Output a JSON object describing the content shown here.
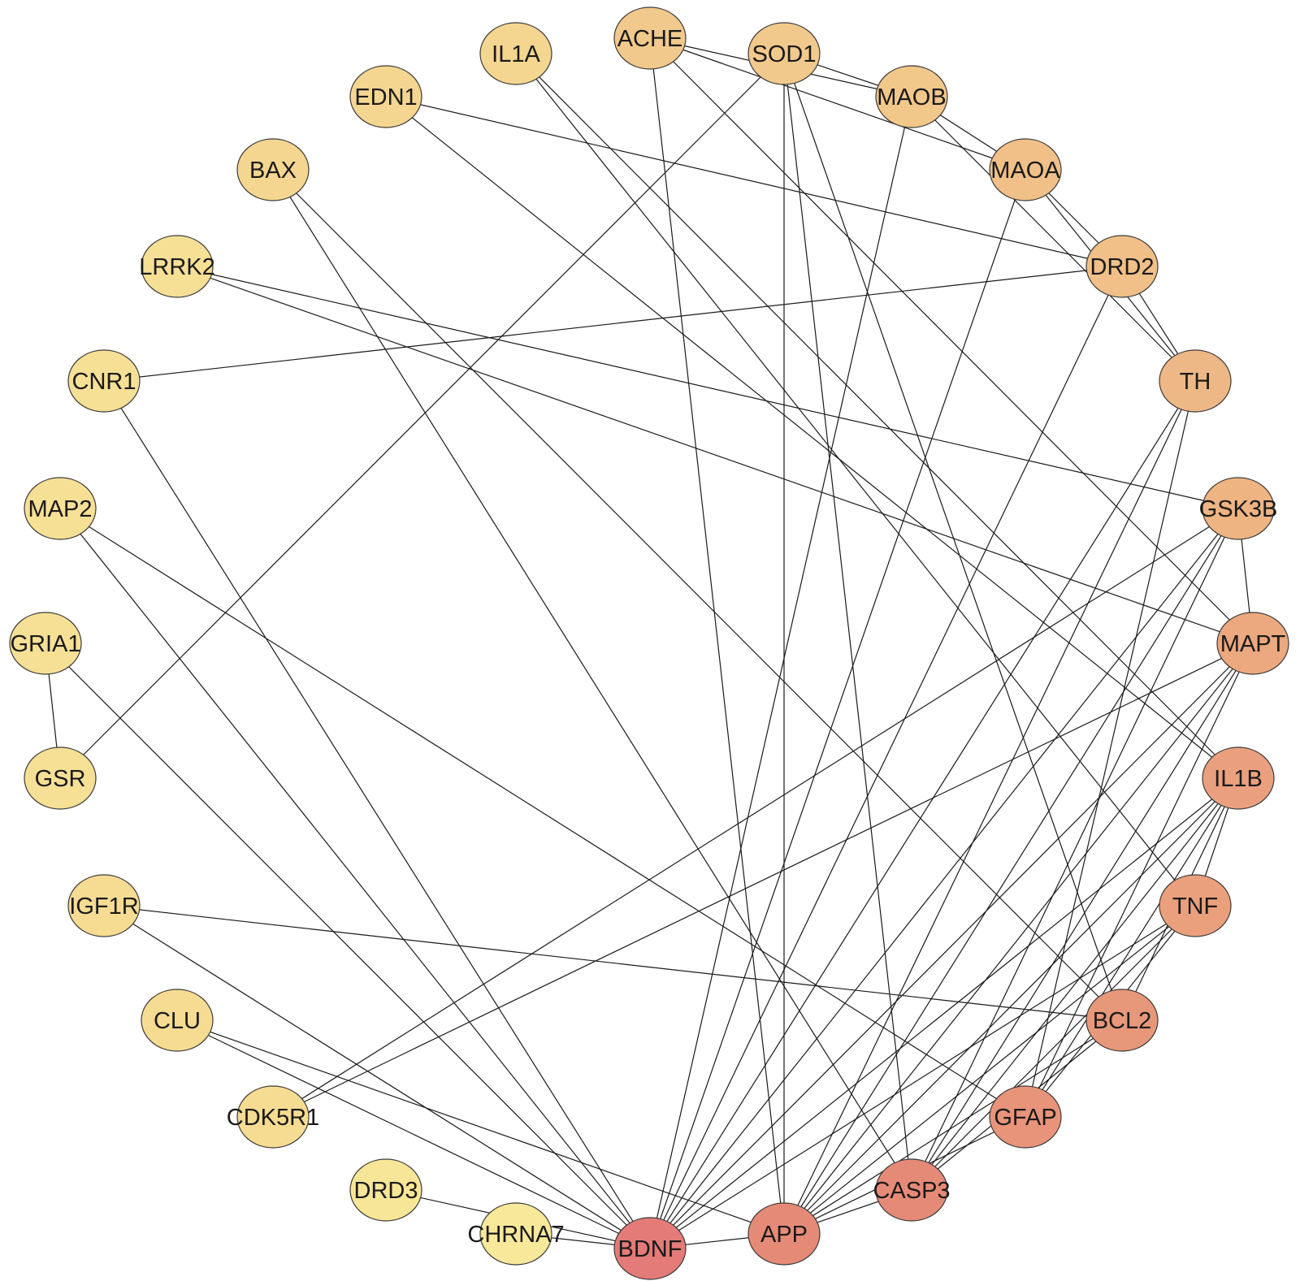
{
  "nodes": [
    {
      "id": "ACHE",
      "label": "ACHE",
      "color": "#f2c98c"
    },
    {
      "id": "SOD1",
      "label": "SOD1",
      "color": "#f2c98c"
    },
    {
      "id": "MAOB",
      "label": "MAOB",
      "color": "#f2c78a"
    },
    {
      "id": "MAOA",
      "label": "MAOA",
      "color": "#f0c088"
    },
    {
      "id": "DRD2",
      "label": "DRD2",
      "color": "#f0c088"
    },
    {
      "id": "TH",
      "label": "TH",
      "color": "#eeb886"
    },
    {
      "id": "GSK3B",
      "label": "GSK3B",
      "color": "#eeb482"
    },
    {
      "id": "MAPT",
      "label": "MAPT",
      "color": "#eca87e"
    },
    {
      "id": "IL1B",
      "label": "IL1B",
      "color": "#eaa07e"
    },
    {
      "id": "TNF",
      "label": "TNF",
      "color": "#eaa07c"
    },
    {
      "id": "BCL2",
      "label": "BCL2",
      "color": "#e8987a"
    },
    {
      "id": "GFAP",
      "label": "GFAP",
      "color": "#e8947a"
    },
    {
      "id": "CASP3",
      "label": "CASP3",
      "color": "#e68a78"
    },
    {
      "id": "APP",
      "label": "APP",
      "color": "#e68a78"
    },
    {
      "id": "BDNF",
      "label": "BDNF",
      "color": "#e47b78"
    },
    {
      "id": "CHRNA7",
      "label": "CHRNA7",
      "color": "#f8e89a"
    },
    {
      "id": "DRD3",
      "label": "DRD3",
      "color": "#f8e698"
    },
    {
      "id": "CDK5R1",
      "label": "CDK5R1",
      "color": "#f6dc92"
    },
    {
      "id": "CLU",
      "label": "CLU",
      "color": "#f6dc92"
    },
    {
      "id": "IGF1R",
      "label": "IGF1R",
      "color": "#f6dc92"
    },
    {
      "id": "GSR",
      "label": "GSR",
      "color": "#f6e096"
    },
    {
      "id": "GRIA1",
      "label": "GRIA1",
      "color": "#f6e096"
    },
    {
      "id": "MAP2",
      "label": "MAP2",
      "color": "#f6e096"
    },
    {
      "id": "CNR1",
      "label": "CNR1",
      "color": "#f6e096"
    },
    {
      "id": "LRRK2",
      "label": "LRRK2",
      "color": "#f6e096"
    },
    {
      "id": "BAX",
      "label": "BAX",
      "color": "#f4d690"
    },
    {
      "id": "EDN1",
      "label": "EDN1",
      "color": "#f4d690"
    },
    {
      "id": "IL1A",
      "label": "IL1A",
      "color": "#f4d690"
    }
  ],
  "edges": [
    [
      "GRIA1",
      "GSR"
    ],
    [
      "DRD3",
      "BDNF"
    ],
    [
      "CHRNA7",
      "BDNF"
    ],
    [
      "ACHE",
      "MAOB"
    ],
    [
      "ACHE",
      "MAOA"
    ],
    [
      "ACHE",
      "APP"
    ],
    [
      "ACHE",
      "MAPT"
    ],
    [
      "SOD1",
      "MAOB"
    ],
    [
      "SOD1",
      "GSR"
    ],
    [
      "SOD1",
      "APP"
    ],
    [
      "SOD1",
      "BCL2"
    ],
    [
      "SOD1",
      "CASP3"
    ],
    [
      "MAOB",
      "MAOA"
    ],
    [
      "MAOB",
      "TH"
    ],
    [
      "MAOB",
      "BDNF"
    ],
    [
      "MAOA",
      "DRD2"
    ],
    [
      "MAOA",
      "TH"
    ],
    [
      "MAOA",
      "BDNF"
    ],
    [
      "DRD2",
      "TH"
    ],
    [
      "DRD2",
      "EDN1"
    ],
    [
      "DRD2",
      "CNR1"
    ],
    [
      "DRD2",
      "BDNF"
    ],
    [
      "TH",
      "BDNF"
    ],
    [
      "TH",
      "APP"
    ],
    [
      "TH",
      "GFAP"
    ],
    [
      "GSK3B",
      "MAPT"
    ],
    [
      "GSK3B",
      "LRRK2"
    ],
    [
      "GSK3B",
      "CDK5R1"
    ],
    [
      "GSK3B",
      "BDNF"
    ],
    [
      "GSK3B",
      "APP"
    ],
    [
      "GSK3B",
      "CASP3"
    ],
    [
      "MAPT",
      "LRRK2"
    ],
    [
      "MAPT",
      "CDK5R1"
    ],
    [
      "MAPT",
      "BDNF"
    ],
    [
      "MAPT",
      "APP"
    ],
    [
      "MAPT",
      "GFAP"
    ],
    [
      "MAPT",
      "CASP3"
    ],
    [
      "IL1B",
      "IL1A"
    ],
    [
      "IL1B",
      "EDN1"
    ],
    [
      "IL1B",
      "TNF"
    ],
    [
      "IL1B",
      "BDNF"
    ],
    [
      "IL1B",
      "APP"
    ],
    [
      "IL1B",
      "GFAP"
    ],
    [
      "IL1B",
      "CASP3"
    ],
    [
      "IL1B",
      "BCL2"
    ],
    [
      "TNF",
      "IL1A"
    ],
    [
      "TNF",
      "BDNF"
    ],
    [
      "TNF",
      "APP"
    ],
    [
      "TNF",
      "CASP3"
    ],
    [
      "TNF",
      "GFAP"
    ],
    [
      "BCL2",
      "BAX"
    ],
    [
      "BCL2",
      "IGF1R"
    ],
    [
      "BCL2",
      "CASP3"
    ],
    [
      "BCL2",
      "APP"
    ],
    [
      "GFAP",
      "MAP2"
    ],
    [
      "GFAP",
      "APP"
    ],
    [
      "CASP3",
      "BAX"
    ],
    [
      "CASP3",
      "APP"
    ],
    [
      "APP",
      "CLU"
    ],
    [
      "APP",
      "BDNF"
    ],
    [
      "BDNF",
      "CNR1"
    ],
    [
      "BDNF",
      "GRIA1"
    ],
    [
      "BDNF",
      "IGF1R"
    ],
    [
      "BDNF",
      "MAP2"
    ],
    [
      "BDNF",
      "CLU"
    ]
  ]
}
